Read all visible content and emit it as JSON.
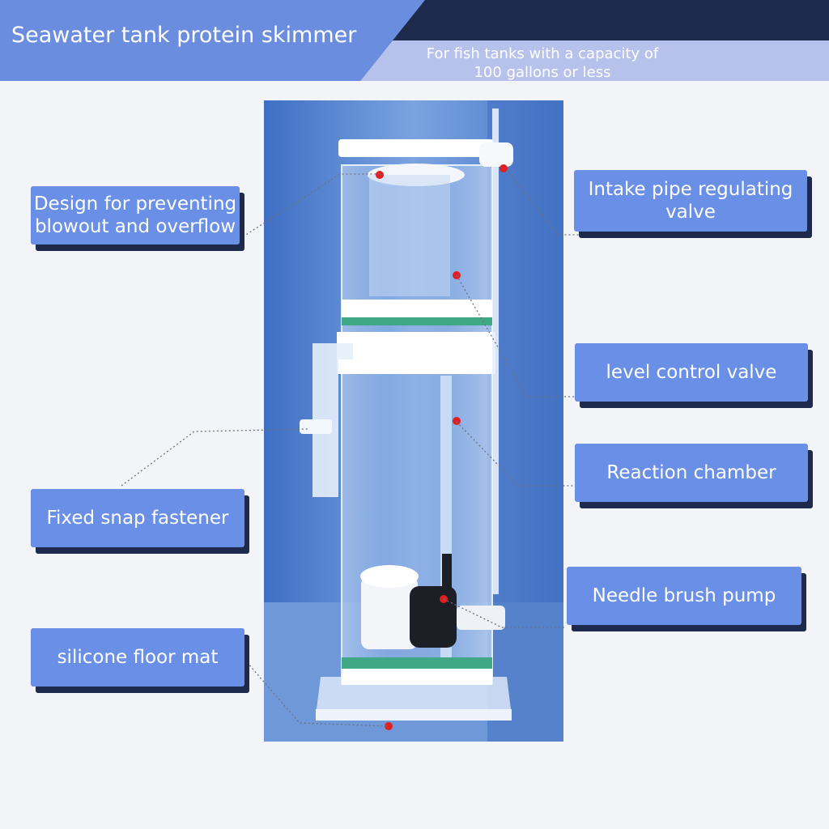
{
  "header": {
    "title": "Seawater tank protein skimmer",
    "subtitle": "For fish tanks with a capacity of 100 gallons or less"
  },
  "callouts": {
    "blowout": "Design for preventing blowout and overflow",
    "intake": "Intake pipe regulating valve",
    "level": "level control valve",
    "reaction": "Reaction chamber",
    "snap": "Fixed snap fastener",
    "pump": "Needle brush pump",
    "mat": "silicone floor mat"
  },
  "colors": {
    "label_bg": "#6a8fe6",
    "label_shadow": "#1d2a4b",
    "banner_dark": "#1d2a4b",
    "banner_blue": "#6b8de0",
    "marker": "#e02020"
  }
}
